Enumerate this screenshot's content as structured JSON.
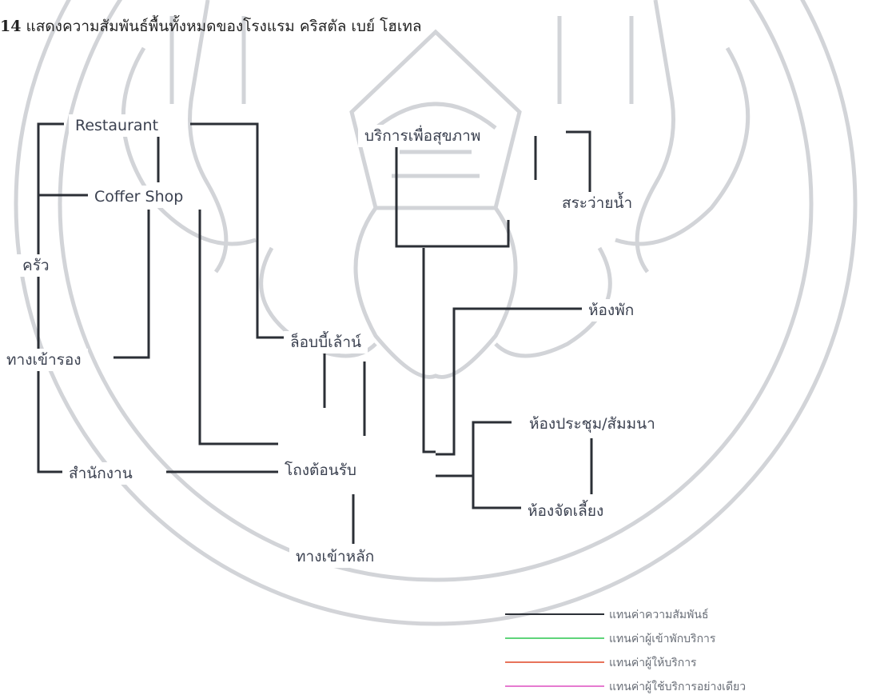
{
  "caption": {
    "number": "14",
    "text": "แสดงความสัมพันธ์พื้นทั้งหมดของโรงแรม คริสตัล เบย์ โฮเทล"
  },
  "nodes": {
    "restaurant": "Restaurant",
    "coffee_shop": "Coffer Shop",
    "kitchen": "ครัว",
    "secondary_entrance": "ทางเข้ารอง",
    "office": "สำนักงาน",
    "health_service": "บริการเพื่อสุขภาพ",
    "pool": "สระว่ายน้ำ",
    "lobby": "ล็อบบี้เล้าน์",
    "guest_rooms": "ห้องพัก",
    "meeting_room": "ห้องประชุม/สัมมนา",
    "reception": "โถงต้อนรับ",
    "banquet_room": "ห้องจัดเลี้ยง",
    "main_entrance": "ทางเข้าหลัก"
  },
  "legend": [
    {
      "label": "แทนค่าความสัมพันธ์",
      "color": "#2b2f36"
    },
    {
      "label": "แทนค่าผู้เข้าพักบริการ",
      "color": "#5fd47a"
    },
    {
      "label": "แทนค่าผู้ให้บริการ",
      "color": "#e8735a"
    },
    {
      "label": "แทนค่าผู้ใช้บริการอย่างเดียว",
      "color": "#e67bd0"
    }
  ],
  "colors": {
    "line": "#2b2f36",
    "seal": "#b9bcc2"
  }
}
